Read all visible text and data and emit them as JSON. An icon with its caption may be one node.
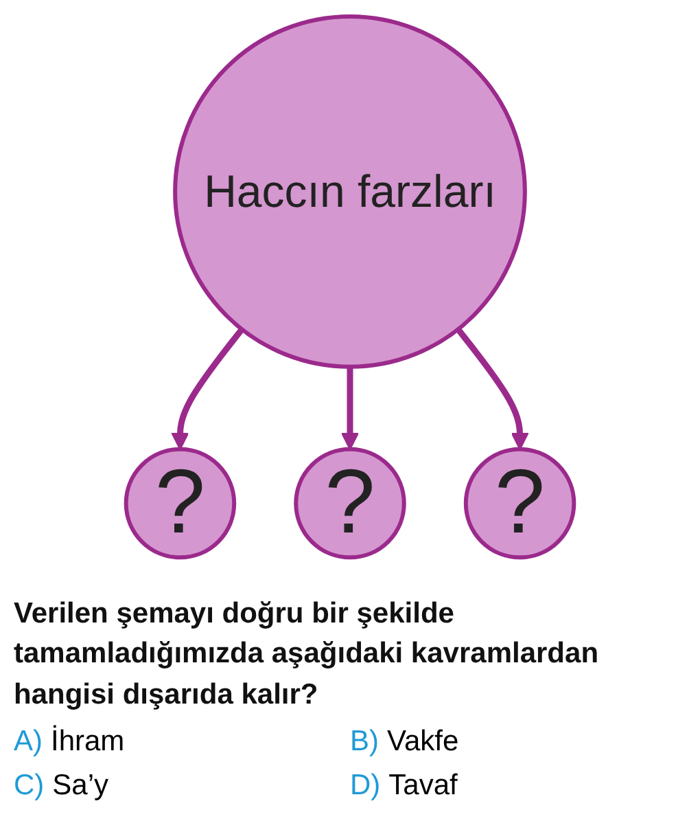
{
  "diagram": {
    "nodes": [
      {
        "text": [
          "Haccın farzları"
        ]
      },
      {
        "text": [
          "?"
        ]
      },
      {
        "text": [
          "?"
        ]
      },
      {
        "text": [
          "?"
        ]
      }
    ],
    "edges": [
      {
        "from": 0,
        "to": 1,
        "arrow": "to"
      },
      {
        "from": 0,
        "to": 2,
        "arrow": "to"
      },
      {
        "from": 0,
        "to": 3,
        "arrow": "to"
      }
    ],
    "labels": [
      "Verilen şemayı doğru bir şekilde tamamladığımızda aşağıdaki kavramlardan hangisi dışarıda kalır?",
      "A)",
      "İhram",
      "B)",
      "Vakfe",
      "C)",
      "Sa’y",
      "D)",
      "Tavaf"
    ]
  }
}
